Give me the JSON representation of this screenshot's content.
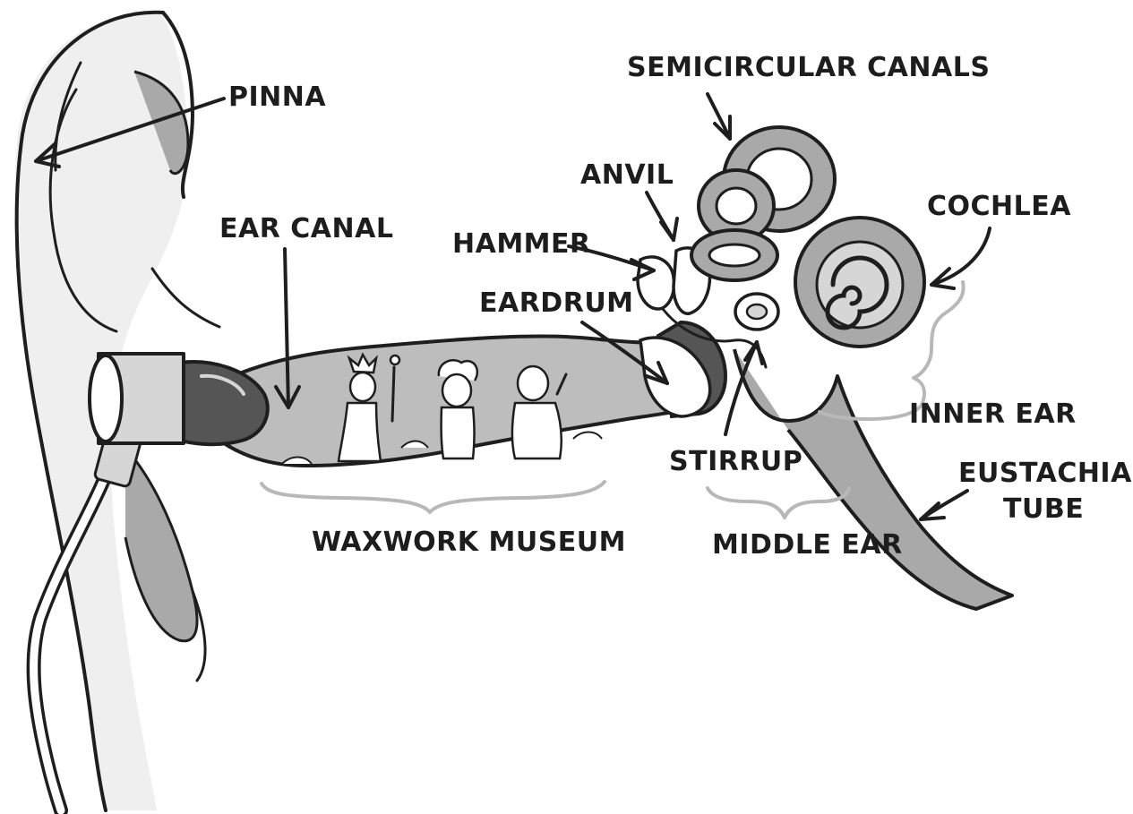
{
  "labels": {
    "pinna": "PINNA",
    "semicircular_canals": "SEMICIRCULAR CANALS",
    "anvil": "ANVIL",
    "cochlea": "COCHLEA",
    "ear_canal": "EAR CANAL",
    "hammer": "HAMMER",
    "eardrum": "EARDRUM",
    "inner_ear": "INNER EAR",
    "stirrup": "STIRRUP",
    "eustachian_tube_line1": "EUSTACHIAN",
    "eustachian_tube_line2": "TUBE",
    "waxwork_museum": "WAXWORK MUSEUM",
    "middle_ear": "MIDDLE EAR"
  },
  "colors": {
    "ink": "#1e1e1e",
    "shade": "#a9a9a9",
    "light_shade": "#d6d6d6",
    "brace": "#b8b8b8",
    "background": "#ffffff"
  }
}
